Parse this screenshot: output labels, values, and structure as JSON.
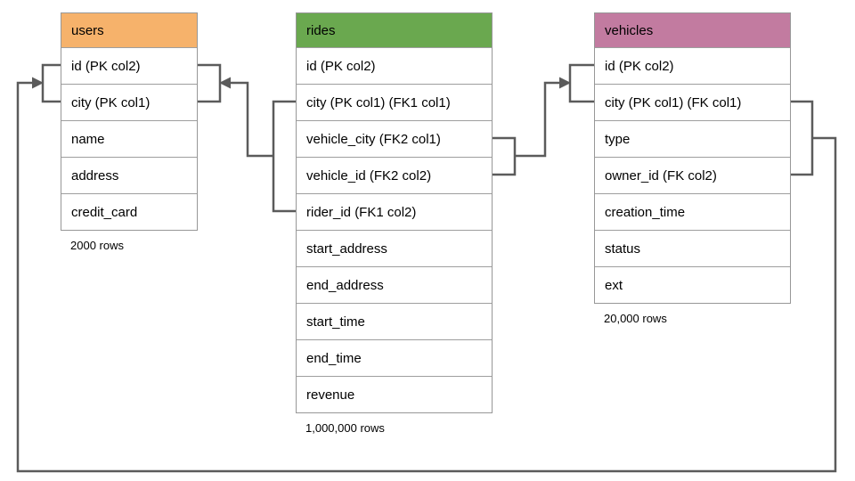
{
  "diagram": {
    "title": "database schema diagram",
    "line_color": "#5b5b5b",
    "border_color": "#9e9e9e",
    "tables": [
      {
        "name": "users",
        "header_color": "#F6B26B",
        "columns": [
          "id (PK col2)",
          "city (PK col1)",
          "name",
          "address",
          "credit_card"
        ],
        "row_count": "2000 rows"
      },
      {
        "name": "rides",
        "header_color": "#6AA84F",
        "columns": [
          "id (PK col2)",
          "city (PK col1) (FK1 col1)",
          "vehicle_city (FK2 col1)",
          "vehicle_id (FK2 col2)",
          "rider_id (FK1 col2)",
          "start_address",
          "end_address",
          "start_time",
          "end_time",
          "revenue"
        ],
        "row_count": "1,000,000 rows"
      },
      {
        "name": "vehicles",
        "header_color": "#C27BA0",
        "columns": [
          "id (PK col2)",
          "city (PK col1) (FK col1)",
          "type",
          "owner_id (FK col2)",
          "creation_time",
          "status",
          "ext"
        ],
        "row_count": "20,000 rows"
      }
    ],
    "relationships": [
      {
        "from": "rides (city FK1 col1, rider_id FK1 col2)",
        "to": "users (id, city)"
      },
      {
        "from": "rides (vehicle_city FK2 col1, vehicle_id FK2 col2)",
        "to": "vehicles (id, city)"
      },
      {
        "from": "vehicles (city FK col1, owner_id FK col2)",
        "to": "users (id, city)"
      }
    ]
  }
}
